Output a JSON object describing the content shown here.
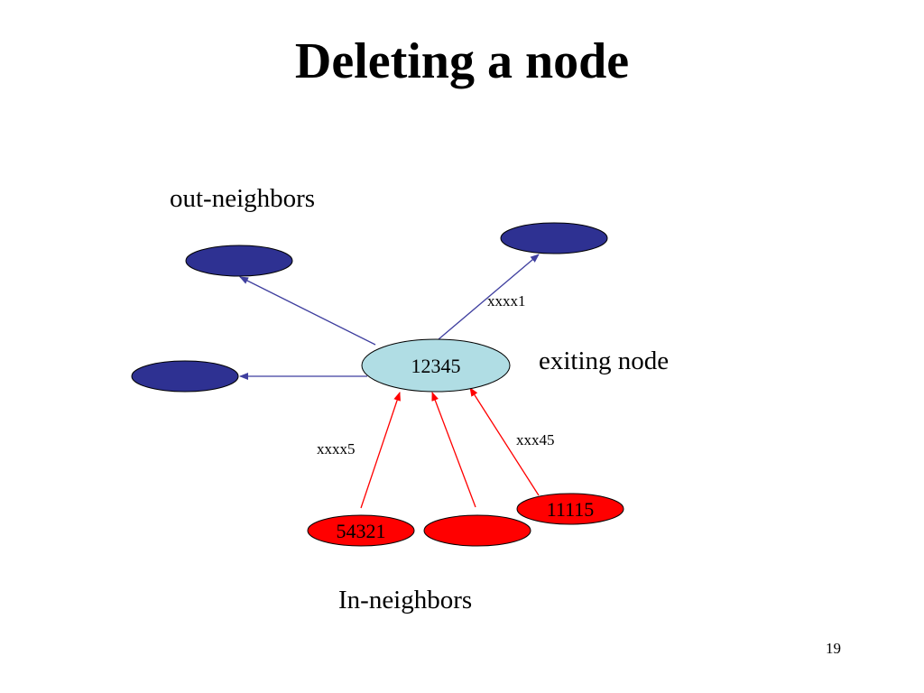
{
  "title": "Deleting a node",
  "labels": {
    "out_neighbors": "out-neighbors",
    "in_neighbors": "In-neighbors",
    "exiting_node": "exiting node"
  },
  "nodes": {
    "center": {
      "label": "12345",
      "fill": "#b0dde4"
    },
    "out_top_left": {
      "label": "",
      "fill": "#2e3192"
    },
    "out_top_right": {
      "label": "",
      "fill": "#2e3192"
    },
    "out_left": {
      "label": "",
      "fill": "#2e3192"
    },
    "in_left": {
      "label": "54321",
      "fill": "#ff0000"
    },
    "in_middle": {
      "label": "",
      "fill": "#ff0000"
    },
    "in_right": {
      "label": "11115",
      "fill": "#ff0000"
    }
  },
  "edges": {
    "to_out_top_right": {
      "label": "xxxx1"
    },
    "from_in_left": {
      "label": "xxxx5"
    },
    "from_in_right": {
      "label": "xxx45"
    }
  },
  "colors": {
    "out_edge": "#3f3f9f",
    "in_edge": "#ff0000"
  },
  "page_number": "19"
}
